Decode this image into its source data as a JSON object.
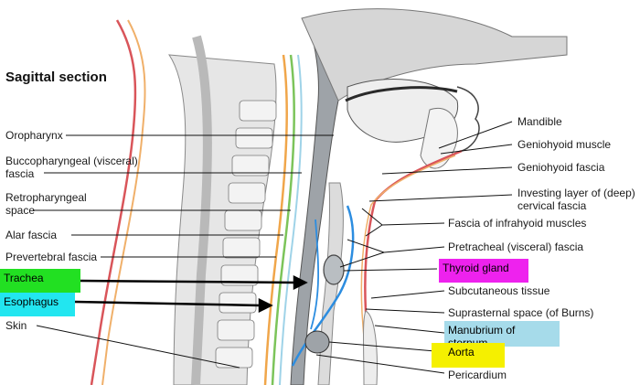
{
  "title": "Sagittal section",
  "labels_left": {
    "oropharynx": "Oropharynx",
    "bucco_line1": "Buccopharyngeal (visceral)",
    "bucco_line2": "fascia",
    "retro_line1": "Retropharyngeal",
    "retro_line2": "space",
    "alar": "Alar fascia",
    "prevertebral": "Prevertebral fascia",
    "trachea": "Trachea",
    "esophagus": "Esophagus",
    "skin": "Skin"
  },
  "labels_right": {
    "mandible": "Mandible",
    "geniohyoid_muscle": "Geniohyoid muscle",
    "geniohyoid_fascia": "Geniohyoid fascia",
    "investing_line1": "Investing layer of (deep)",
    "investing_line2": "cervical fascia",
    "infrahyoid": "Fascia of infrahyoid muscles",
    "pretracheal": "Pretracheal (visceral) fascia",
    "thyroid": "Thyroid gland",
    "subcutaneous": "Subcutaneous tissue",
    "suprasternal": "Suprasternal space (of Burns)",
    "manubrium": "Manubrium of sternum",
    "aorta": "Aorta",
    "pericardium": "Pericardium"
  },
  "highlight_colors": {
    "trachea": "#22e022",
    "esophagus": "#22e6f0",
    "thyroid": "#ee22ee",
    "manubrium": "#a6dbea",
    "aorta": "#f5f000"
  }
}
